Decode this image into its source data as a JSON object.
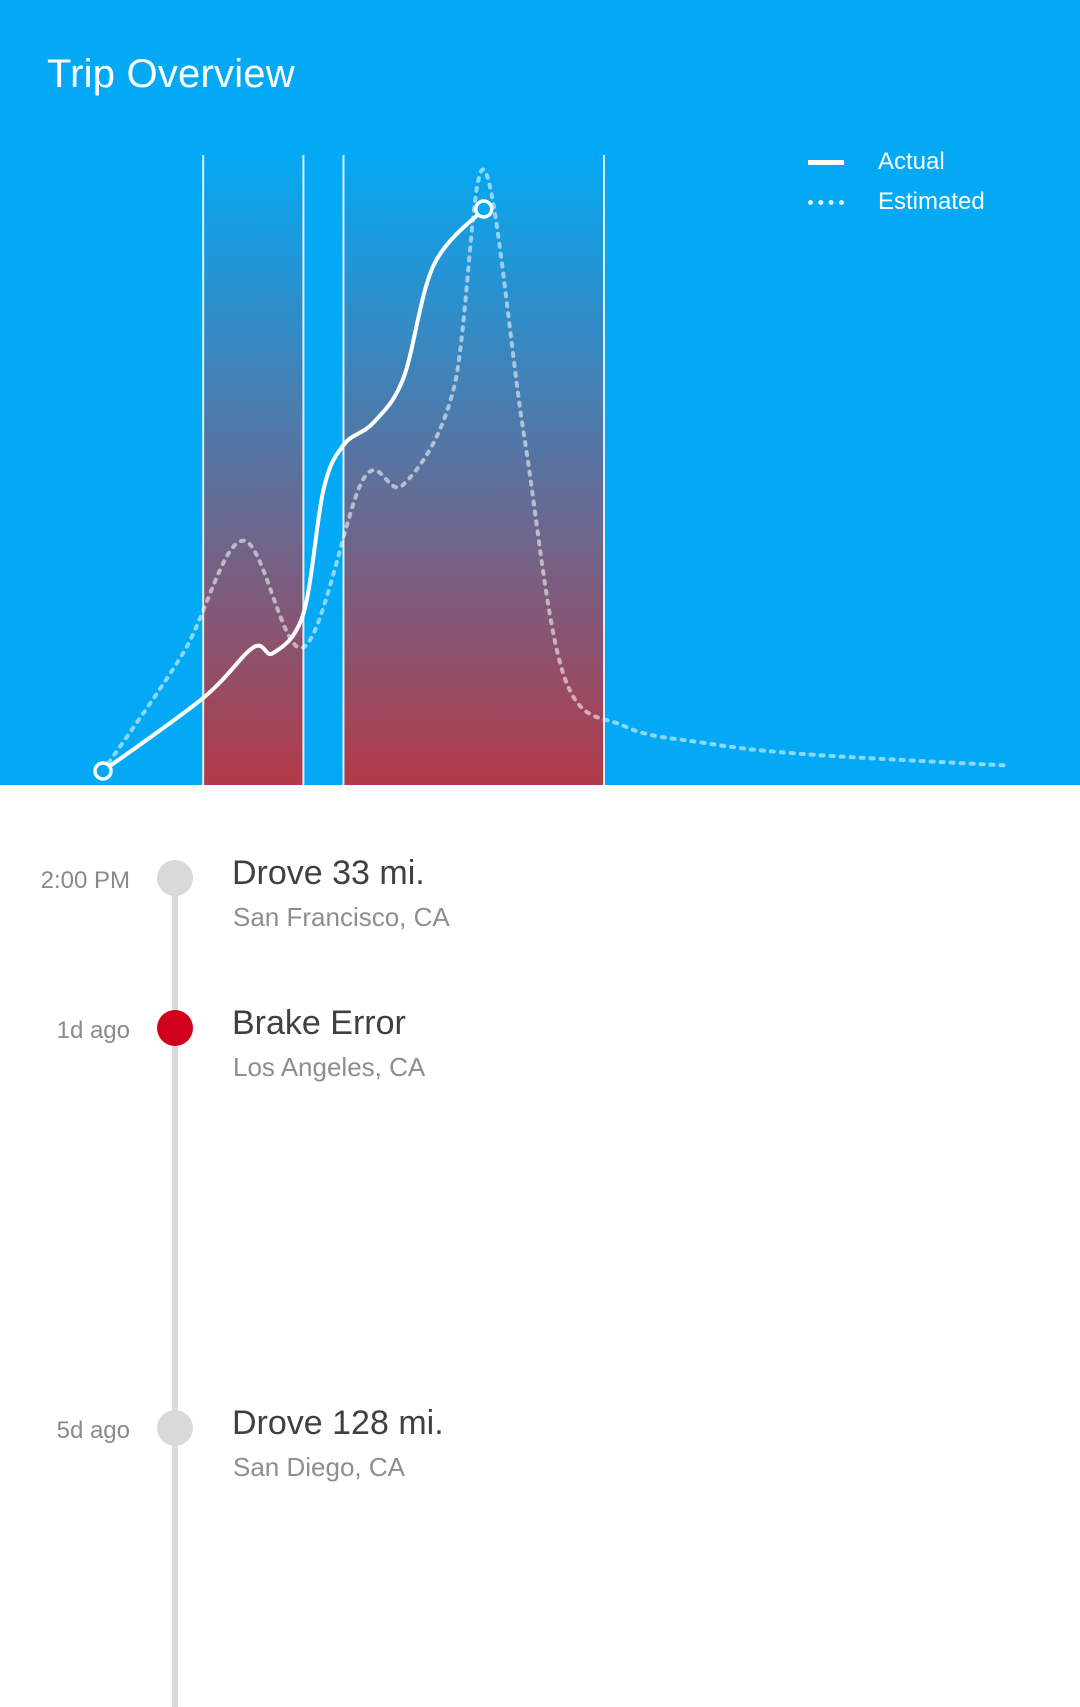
{
  "header": {
    "title": "Trip Overview",
    "background": "#03A9F4"
  },
  "legend": {
    "actual_label": "Actual",
    "estimated_label": "Estimated"
  },
  "chart_data": {
    "type": "line",
    "title": "",
    "grid": false,
    "legend_position": "top-right",
    "series": [
      {
        "name": "Actual",
        "style": "solid",
        "x": [
          0,
          10,
          15,
          17,
          20,
          22,
          24,
          27,
          30,
          33,
          38
        ],
        "y": [
          0,
          13,
          22,
          21,
          28,
          50,
          58,
          62,
          70,
          90,
          100
        ]
      },
      {
        "name": "Estimated",
        "style": "dotted",
        "x": [
          0,
          8,
          14,
          20,
          26,
          30,
          35,
          38,
          42,
          46,
          52,
          60,
          70,
          90
        ],
        "y": [
          0,
          21,
          41,
          22,
          52,
          51,
          68,
          107,
          60,
          17,
          8,
          5,
          3,
          1
        ]
      }
    ],
    "alert_bands": [
      {
        "x_start": 10,
        "x_end": 20
      },
      {
        "x_start": 24,
        "x_end": 50
      }
    ],
    "colors": {
      "line": "#FFFFFF",
      "band_top": "#03A9F4",
      "band_bottom": "#B23A48"
    }
  },
  "timeline": {
    "items": [
      {
        "time": "2:00 PM",
        "title": "Drove 33 mi.",
        "location": "San Francisco, CA",
        "status": "normal"
      },
      {
        "time": "1d ago",
        "title": "Brake Error",
        "location": "Los Angeles, CA",
        "status": "alert"
      },
      {
        "time": "5d ago",
        "title": "Drove 128 mi.",
        "location": "San Diego, CA",
        "status": "normal"
      }
    ],
    "colors": {
      "normal_dot": "#D9D9D9",
      "alert_dot": "#D0021B"
    }
  }
}
